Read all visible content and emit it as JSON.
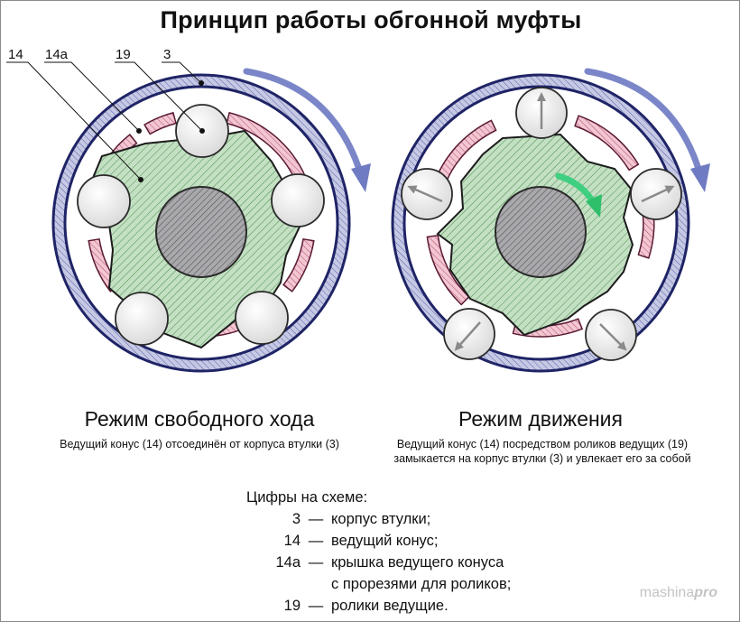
{
  "title": "Принцип работы обгонной муфты",
  "callouts": [
    "14",
    "14а",
    "19",
    "3"
  ],
  "left_panel": {
    "mode_title": "Режим свободного хода",
    "description_lines": [
      "Ведущий конус (14) отсоединён от корпуса втулки (3)"
    ]
  },
  "right_panel": {
    "mode_title": "Режим движения",
    "description_lines": [
      "Ведущий конус (14) посредством роликов ведущих (19)",
      "замыкается на корпус втулки (3) и увлекает его за собой"
    ]
  },
  "legend": {
    "heading": "Цифры на схеме:",
    "items": [
      {
        "code": "3",
        "dash": "—",
        "text": "корпус втулки;"
      },
      {
        "code": "14",
        "dash": "—",
        "text": "ведущий конус;"
      },
      {
        "code": "14а",
        "dash": "—",
        "text": "крышка ведущего конуса",
        "continuation": "с прорезями для роликов;"
      },
      {
        "code": "19",
        "dash": "—",
        "text": "ролики ведущие."
      }
    ]
  },
  "watermark": {
    "prefix": "mashina",
    "suffix": "pro"
  },
  "colors": {
    "housing": "#c6c9e4",
    "housing_edge": "#1f2466",
    "cage": "#f3c6d2",
    "cage_edge": "#8c3a55",
    "cone": "#c3e0c3",
    "cone_hatch": "#4b8a4b",
    "hub": "#a9a9ad",
    "roller": "#e9e9e9",
    "rotation_arrow": "#7a86c8",
    "cone_arrow": "#3fcf80"
  }
}
